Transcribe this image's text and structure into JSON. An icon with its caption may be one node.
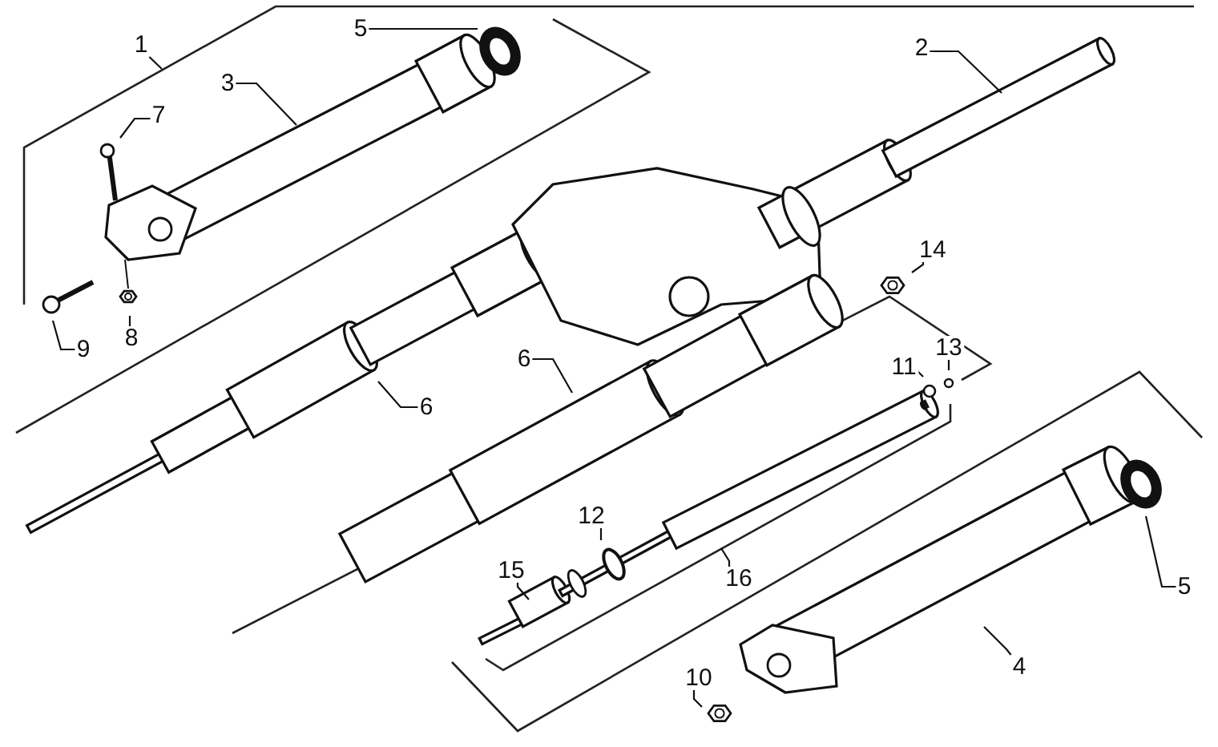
{
  "diagram": {
    "nodes": [
      {
        "text": [
          "5"
        ]
      },
      {
        "text": [
          "1"
        ]
      },
      {
        "text": [
          "2"
        ]
      },
      {
        "text": [
          "3"
        ]
      },
      {
        "text": [
          "7"
        ]
      },
      {
        "text": [
          "14"
        ]
      },
      {
        "text": [
          "8"
        ]
      },
      {
        "text": [
          "9"
        ]
      },
      {
        "text": [
          "13"
        ]
      },
      {
        "text": [
          "6"
        ]
      },
      {
        "text": [
          "11"
        ]
      },
      {
        "text": [
          "6"
        ]
      },
      {
        "text": [
          "12"
        ]
      },
      {
        "text": [
          "15"
        ]
      },
      {
        "text": [
          "16"
        ]
      },
      {
        "text": [
          "5"
        ]
      },
      {
        "text": [
          "4"
        ]
      },
      {
        "text": [
          "10"
        ]
      }
    ],
    "edges": [
      {
        "from": 0,
        "to": null,
        "arrow": "none"
      },
      {
        "from": 1,
        "to": null,
        "arrow": "none"
      },
      {
        "from": 2,
        "to": null,
        "arrow": "none"
      },
      {
        "from": 3,
        "to": null,
        "arrow": "none"
      },
      {
        "from": 4,
        "to": null,
        "arrow": "none"
      },
      {
        "from": 5,
        "to": null,
        "arrow": "none"
      },
      {
        "from": 6,
        "to": null,
        "arrow": "none"
      },
      {
        "from": 7,
        "to": null,
        "arrow": "none"
      },
      {
        "from": 8,
        "to": null,
        "arrow": "none"
      },
      {
        "from": 9,
        "to": null,
        "arrow": "none"
      },
      {
        "from": 10,
        "to": null,
        "arrow": "none"
      },
      {
        "from": 11,
        "to": null,
        "arrow": "none"
      },
      {
        "from": 12,
        "to": null,
        "arrow": "none"
      },
      {
        "from": 13,
        "to": null,
        "arrow": "none"
      },
      {
        "from": 14,
        "to": null,
        "arrow": "none"
      },
      {
        "from": 15,
        "to": null,
        "arrow": "none"
      },
      {
        "from": 16,
        "to": null,
        "arrow": "none"
      },
      {
        "from": 17,
        "to": null,
        "arrow": "none"
      }
    ]
  }
}
